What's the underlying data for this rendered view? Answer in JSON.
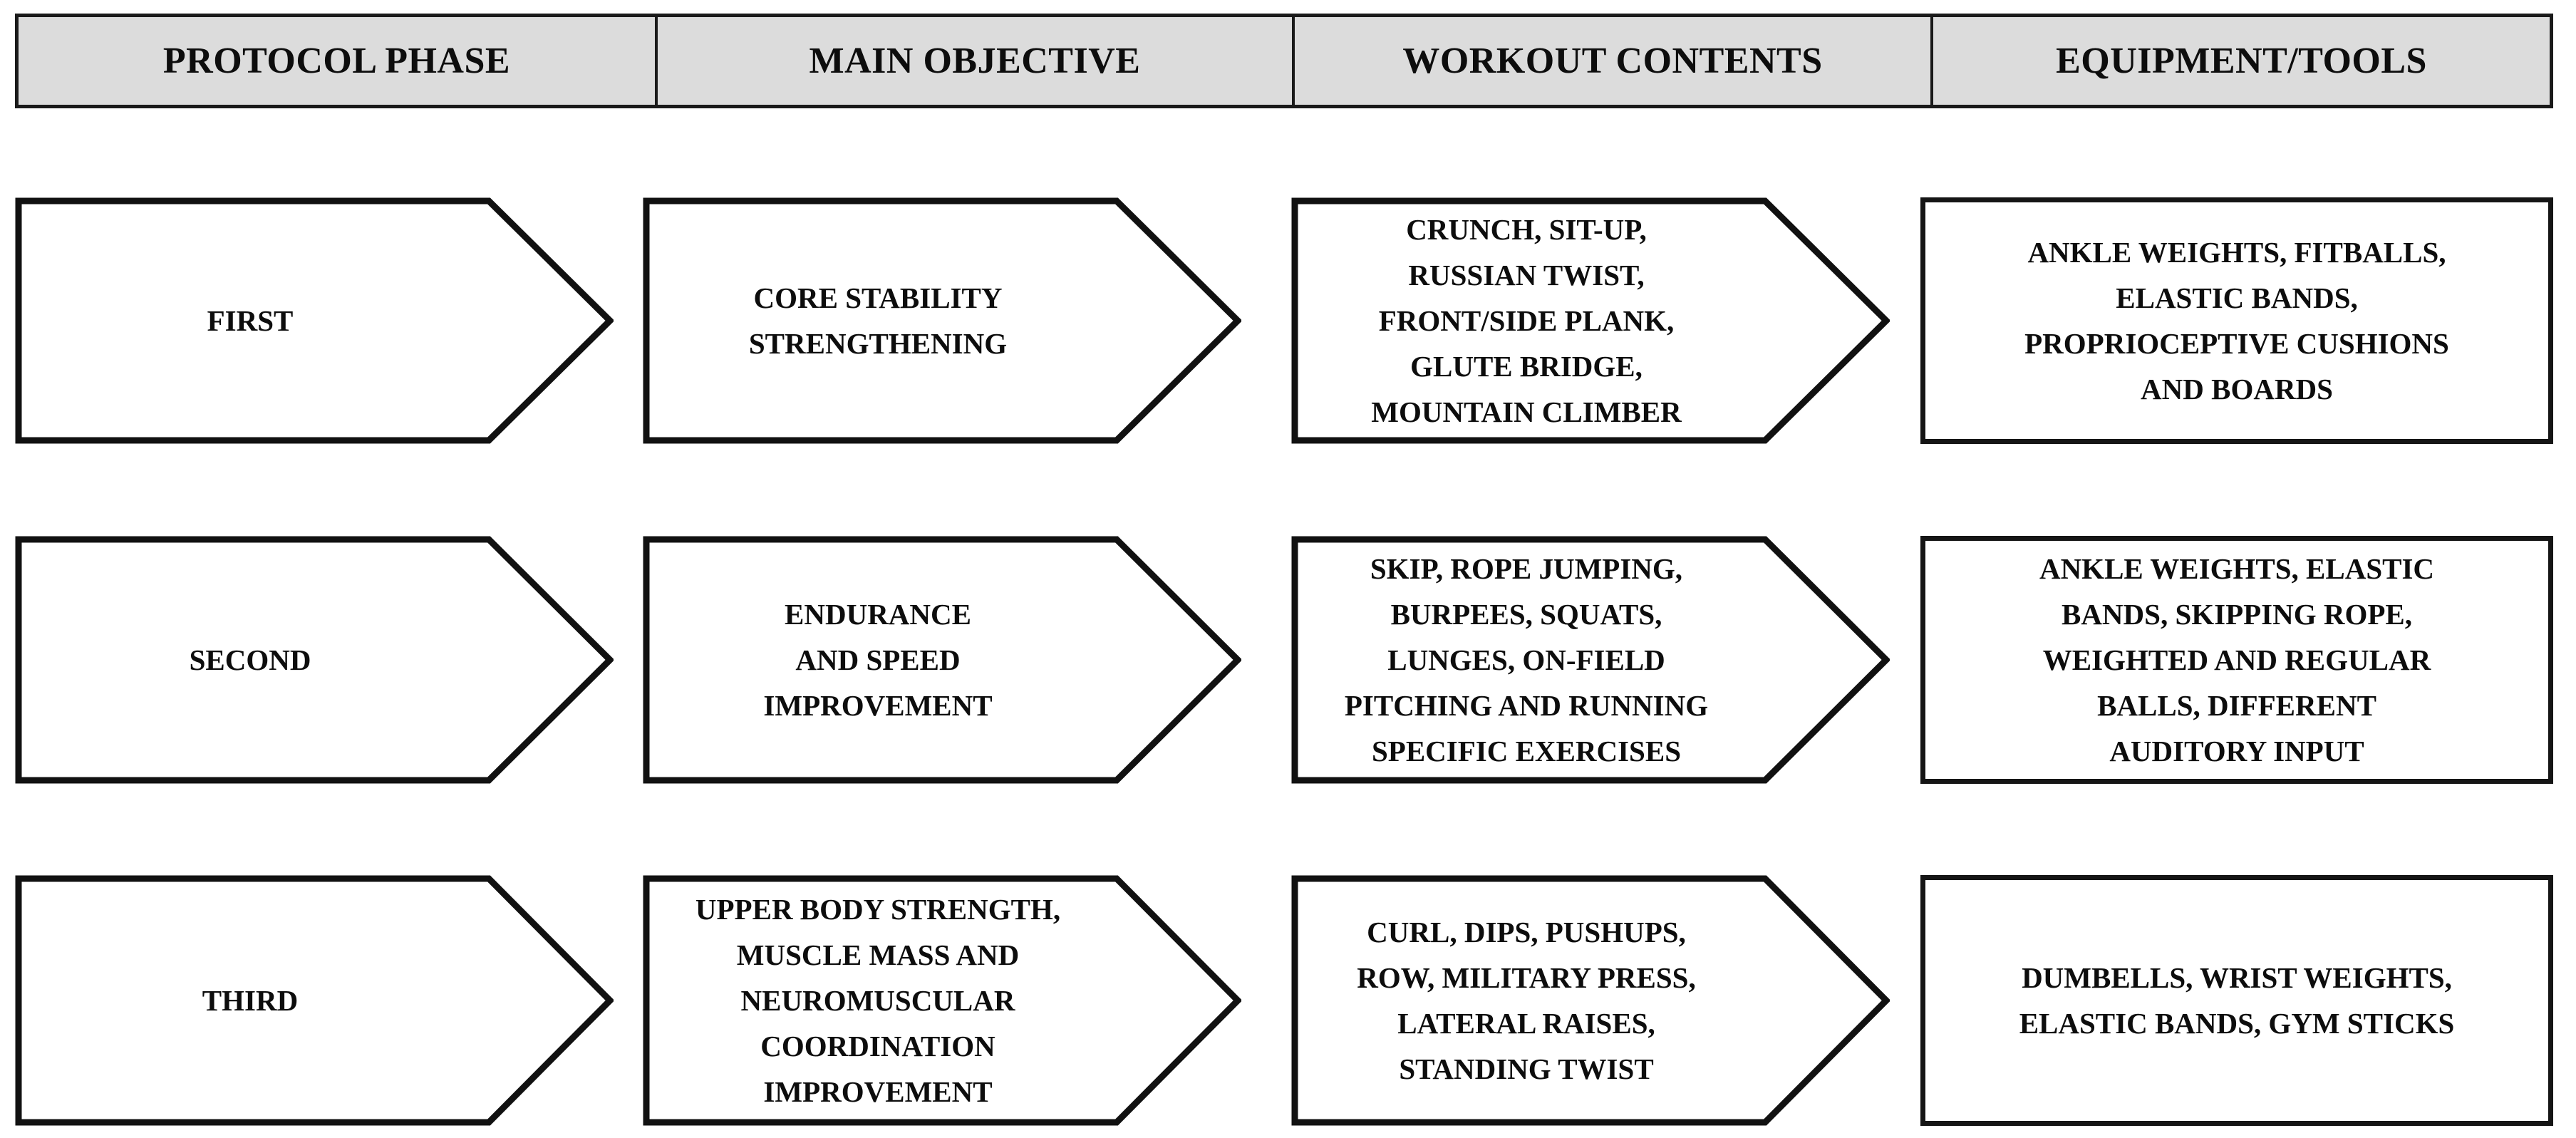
{
  "header": {
    "columns": [
      {
        "label": "PROTOCOL PHASE"
      },
      {
        "label": "MAIN OBJECTIVE"
      },
      {
        "label": "WORKOUT CONTENTS"
      },
      {
        "label": "EQUIPMENT/TOOLS"
      }
    ]
  },
  "rows": [
    {
      "phase": "FIRST",
      "objective": "CORE STABILITY\nSTRENGTHENING",
      "workout": "CRUNCH, SIT-UP,\nRUSSIAN TWIST,\nFRONT/SIDE PLANK,\nGLUTE BRIDGE,\nMOUNTAIN CLIMBER",
      "equipment": "ANKLE WEIGHTS, FITBALLS,\nELASTIC BANDS,\nPROPRIOCEPTIVE CUSHIONS\nAND BOARDS"
    },
    {
      "phase": "SECOND",
      "objective": "ENDURANCE\nAND SPEED\nIMPROVEMENT",
      "workout": "SKIP, ROPE JUMPING,\nBURPEES, SQUATS,\nLUNGES, ON-FIELD\nPITCHING AND RUNNING\nSPECIFIC EXERCISES",
      "equipment": "ANKLE WEIGHTS, ELASTIC\nBANDS, SKIPPING ROPE,\nWEIGHTED AND REGULAR\nBALLS, DIFFERENT\nAUDITORY INPUT"
    },
    {
      "phase": "THIRD",
      "objective": "UPPER BODY STRENGTH,\nMUSCLE MASS AND\nNEUROMUSCULAR\nCOORDINATION\nIMPROVEMENT",
      "workout": "CURL, DIPS, PUSHUPS,\nROW, MILITARY PRESS,\nLATERAL RAISES,\nSTANDING TWIST",
      "equipment": "DUMBELLS, WRIST WEIGHTS,\nELASTIC BANDS, GYM STICKS"
    }
  ],
  "colors": {
    "header_background": "#dcdcdc",
    "outline": "#111111",
    "text": "#0d0d0d",
    "cell_background": "#ffffff"
  }
}
